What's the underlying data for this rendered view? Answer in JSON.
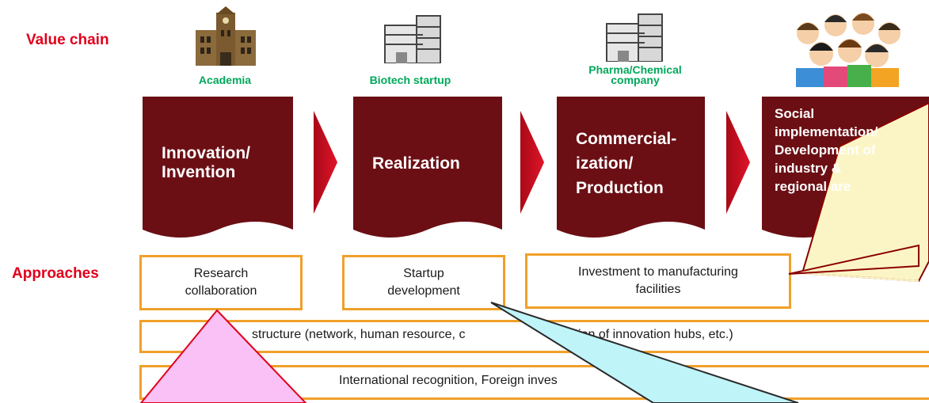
{
  "labels": {
    "value_chain": "Value chain",
    "approaches": "Approaches"
  },
  "actors": {
    "academia": "Academia",
    "biotech": "Biotech startup",
    "pharma_line1": "Pharma/Chemical",
    "pharma_line2": "company"
  },
  "stages": {
    "s1_line1": "Innovation/",
    "s1_line2": "Invention",
    "s2_line1": "Realization",
    "s3_line1": "Commercial-",
    "s3_line2": "ization/",
    "s3_line3": "Production",
    "s4_line1": "Social",
    "s4_line2": "implementation/",
    "s4_line3": "Development of",
    "s4_line4": "industry &",
    "s4_line5": "regional are"
  },
  "approaches": {
    "research_line1": "Research",
    "research_line2": "collaboration",
    "startup_line1": "Startup",
    "startup_line2": "development",
    "investment_line1": "Investment to manufacturing",
    "investment_line2": "facilities",
    "infra_a": "structure (network, human resource, c",
    "infra_b": "rdination of innovation hubs, etc.)",
    "intl": "International recognition, Foreign inves"
  },
  "colors": {
    "stage_fill": "#6b0f14",
    "arrow_red": "#c8101e",
    "box_border": "#f0a02a",
    "label_red": "#e0001b",
    "actor_green": "#00a85a",
    "callout_yellow": "#fbf5c6",
    "callout_cyan": "#bff4f8",
    "callout_pink": "#f9c1f5"
  },
  "icons": {
    "academia": "university-building-icon",
    "biotech": "office-building-icon",
    "pharma": "office-building-icon",
    "society": "crowd-people-icon"
  }
}
